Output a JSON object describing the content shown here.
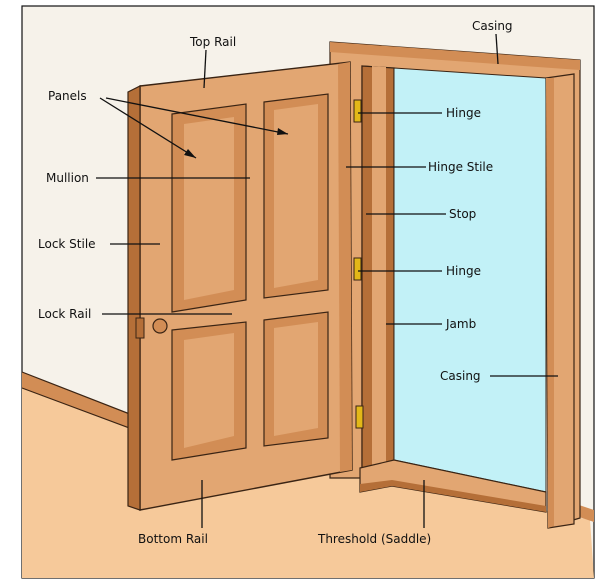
{
  "colors": {
    "wall": "#f6f2ea",
    "floor": "#f6c99a",
    "wood_face": "#e2a672",
    "wood_mid": "#d28d55",
    "wood_dark": "#b56f38",
    "opening": "#c2f1f7",
    "hinge": "#e3b818",
    "outline": "#3a2414"
  },
  "labels": {
    "casing_top": "Casing",
    "top_rail": "Top Rail",
    "panels": "Panels",
    "hinge_upper": "Hinge",
    "mullion": "Mullion",
    "hinge_stile": "Hinge Stile",
    "stop": "Stop",
    "lock_stile": "Lock Stile",
    "hinge_lower": "Hinge",
    "lock_rail": "Lock Rail",
    "jamb": "Jamb",
    "casing_right": "Casing",
    "bottom_rail": "Bottom Rail",
    "threshold": "Threshold (Saddle)"
  }
}
